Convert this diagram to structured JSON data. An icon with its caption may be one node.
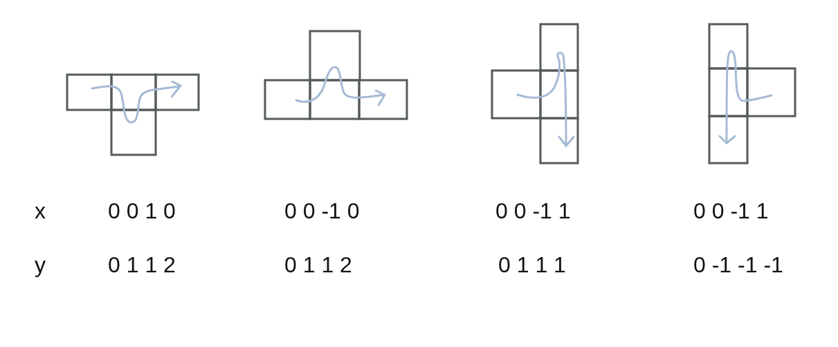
{
  "diagram": {
    "labels": [
      "x",
      "0 0 1 0",
      "0 0 -1 0",
      "0 0 -1 1",
      "0 0 -1 1",
      "y",
      "0 1 1 2",
      "0 1 1 2",
      "0 1 1 1",
      "0 -1 -1 -1"
    ]
  }
}
